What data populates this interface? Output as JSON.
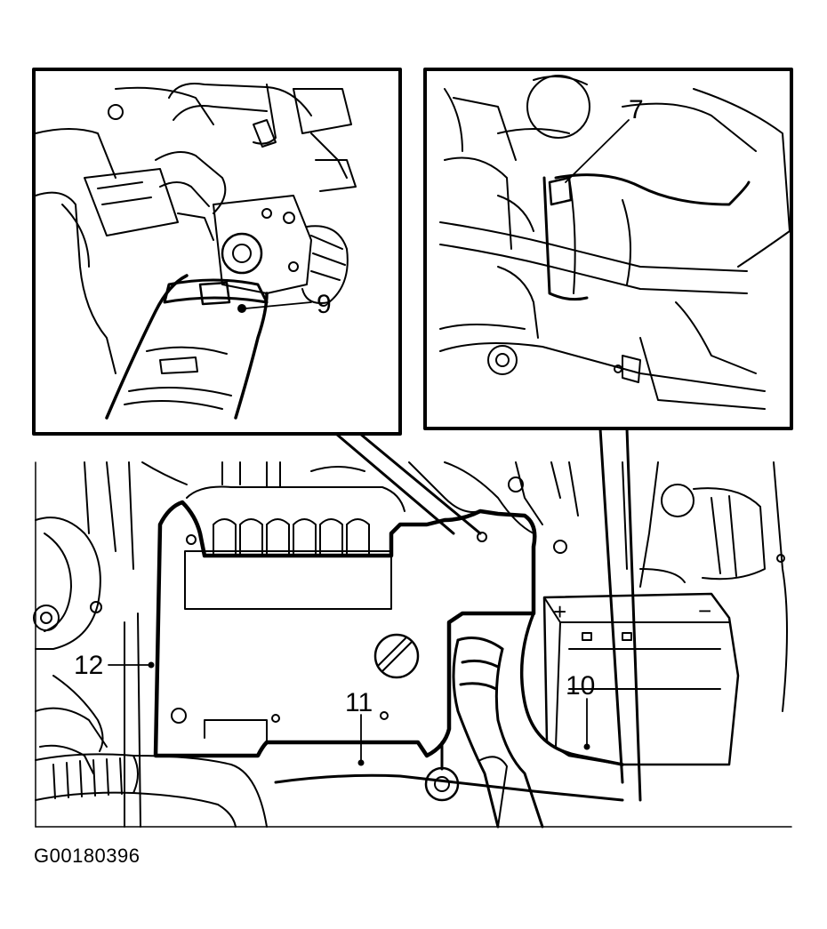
{
  "figure_id": "G00180396",
  "callouts": {
    "c7": "7",
    "c9": "9",
    "c10": "10",
    "c11": "11",
    "c12": "12"
  },
  "battery_symbols": {
    "plus": "+",
    "minus": "−"
  }
}
